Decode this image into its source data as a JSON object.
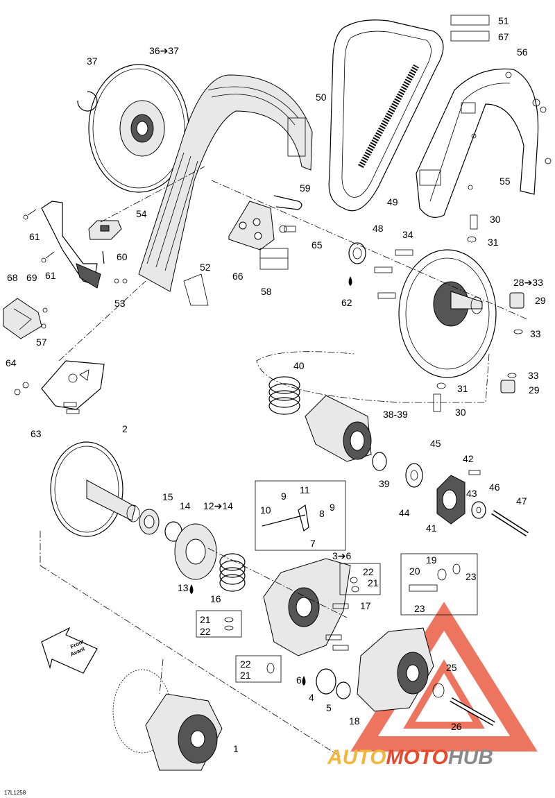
{
  "labels": [
    "51",
    "67",
    "56",
    "36➔37",
    "37",
    "50",
    "55",
    "59",
    "49",
    "30",
    "54",
    "61",
    "60",
    "34",
    "48",
    "31",
    "52",
    "66",
    "65",
    "58",
    "28➔33",
    "62",
    "29",
    "33",
    "53",
    "69",
    "68",
    "57",
    "40",
    "33",
    "31",
    "29",
    "30",
    "64",
    "63",
    "38-39",
    "2",
    "45",
    "39",
    "42",
    "15",
    "14",
    "12➔14",
    "11",
    "9",
    "43",
    "46",
    "47",
    "10",
    "8",
    "9",
    "41",
    "44",
    "7",
    "3➔6",
    "22",
    "21",
    "19",
    "20",
    "23",
    "13",
    "16",
    "17",
    "23",
    "21",
    "22",
    "22",
    "21",
    "25",
    "6",
    "4",
    "5",
    "18",
    "26",
    "1",
    "61"
  ],
  "front_label_1": "Front",
  "front_label_2": "Avant",
  "drawing_id": "17L1258",
  "watermark": {
    "auto": "AUTO",
    "moto": "MOTO",
    "hub": "HUB",
    "color_auto": "#f2b63a",
    "color_moto": "#e8482b",
    "color_hub": "#8a8a8a"
  }
}
